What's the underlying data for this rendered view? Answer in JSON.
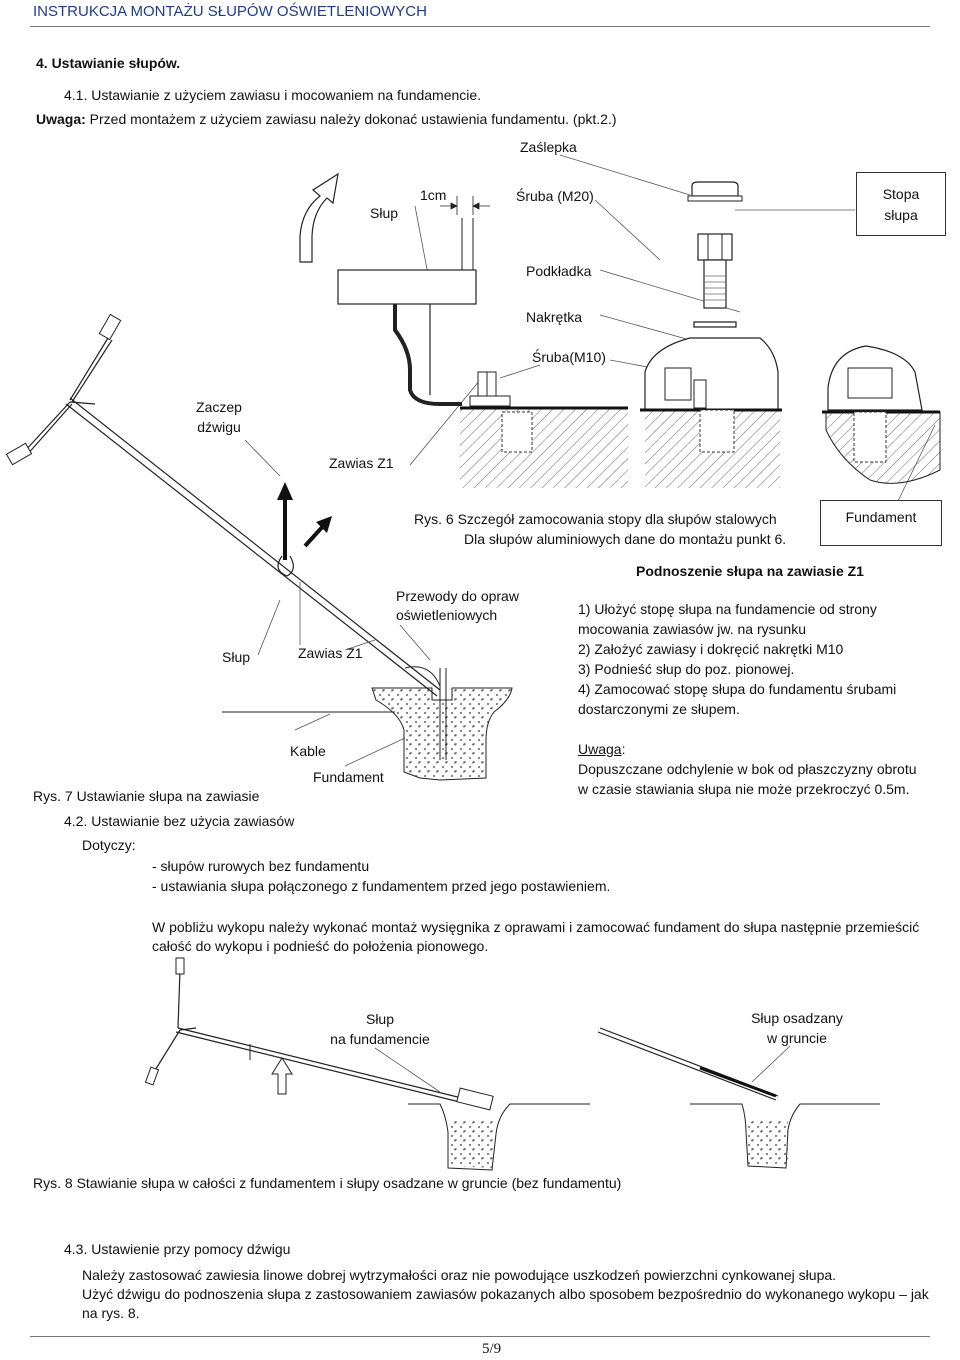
{
  "header": {
    "title": "INSTRUKCJA MONTAŻU SŁUPÓW OŚWIETLENIOWYCH"
  },
  "section4": {
    "title": "4.   Ustawianie słupów."
  },
  "s41": {
    "title": "4.1.   Ustawianie z użyciem zawiasu i mocowaniem na fundamencie.",
    "note_label": "Uwaga:",
    "note_text": " Przed montażem z użyciem zawiasu należy dokonać ustawienia fundamentu. (pkt.2.)"
  },
  "fig6": {
    "zaslepka": "Zaślepka",
    "slup": "Słup",
    "cm": "1cm",
    "sruba20": "Śruba (M20)",
    "stopa1": "Stopa",
    "stopa2": "słupa",
    "podkladka": "Podkładka",
    "nakretka": "Nakrętka",
    "sruba10": "Śruba(M10)",
    "zaczep1": "Zaczep",
    "zaczep2": "dźwigu",
    "zawias": "Zawias Z1",
    "caption1": "Rys. 6 Szczegół zamocowania stopy dla słupów stalowych",
    "caption2": "Dla słupów aluminiowych dane do montażu punkt 6.",
    "fundament": "Fundament"
  },
  "fig7": {
    "slup": "Słup",
    "zawias": "Zawias Z1",
    "przewody1": "Przewody do opraw",
    "przewody2": "oświetleniowych",
    "kable": "Kable",
    "fundament": "Fundament",
    "caption": "Rys. 7 Ustawianie słupa na zawiasie"
  },
  "lifting": {
    "title": "Podnoszenie słupa na zawiasie Z1",
    "steps": [
      "1)   Ułożyć stopę słupa na fundamencie od strony",
      "       mocowania zawiasów  jw. na rysunku",
      "2)   Założyć zawiasy i dokręcić nakrętki M10",
      "3)   Podnieść słup do poz. pionowej.",
      "4)   Zamocować stopę słupa do fundamentu śrubami",
      "       dostarczonymi ze słupem."
    ],
    "note_label": "Uwaga",
    "note_colon": ":",
    "note1": "Dopuszczane odchylenie w bok od płaszczyzny obrotu",
    "note2": "w czasie stawiania słupa nie może przekroczyć  0.5m."
  },
  "s42": {
    "title": "4.2.   Ustawianie bez użycia zawiasów",
    "dotyczy": "Dotyczy:",
    "items": [
      "-    słupów rurowych bez fundamentu",
      "-    ustawiania słupa połączonego z fundamentem przed jego postawieniem."
    ],
    "para1": "W pobliżu wykopu należy wykonać montaż wysięgnika z oprawami i zamocować fundament do słupa następnie przemieścić",
    "para2": "całość do wykopu i podnieść do położenia pionowego."
  },
  "fig8": {
    "slup1": "Słup",
    "slup2": "na fundamencie",
    "osadzany1": "Słup osadzany",
    "osadzany2": "w gruncie",
    "caption": "Rys. 8 Stawianie słupa w całości z fundamentem i słupy osadzane w gruncie (bez fundamentu)"
  },
  "s43": {
    "title": "4.3.   Ustawienie przy pomocy dźwigu",
    "line1": "Należy zastosować zawiesia linowe dobrej wytrzymałości oraz nie powodujące uszkodzeń powierzchni cynkowanej słupa.",
    "line2": "Użyć dźwigu do podnoszenia słupa z zastosowaniem zawiasów pokazanych albo sposobem bezpośrednio do wykonanego wykopu – jak",
    "line3": "na rys. 8."
  },
  "footer": {
    "page": "5/9"
  }
}
